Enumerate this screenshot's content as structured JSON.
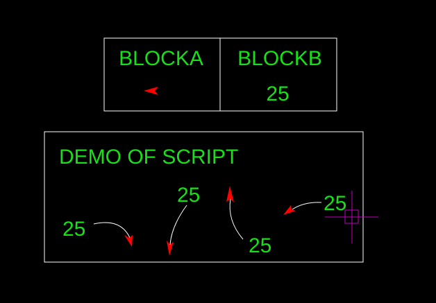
{
  "colors": {
    "background": "#000000",
    "text": "#18e018",
    "frame": "#ffffff",
    "arrowhead": "#ff0000",
    "cursor": "#c000c0"
  },
  "table": {
    "header_a": "BLOCKA",
    "header_b": "BLOCKB",
    "cell_b_value": "25",
    "cell_a_icon": "red-arrowhead-icon"
  },
  "demo": {
    "title": "DEMO OF SCRIPT",
    "labels": [
      "25",
      "25",
      "25",
      "25"
    ]
  },
  "cursor": {
    "icon": "crosshair-pickbox-cursor"
  }
}
